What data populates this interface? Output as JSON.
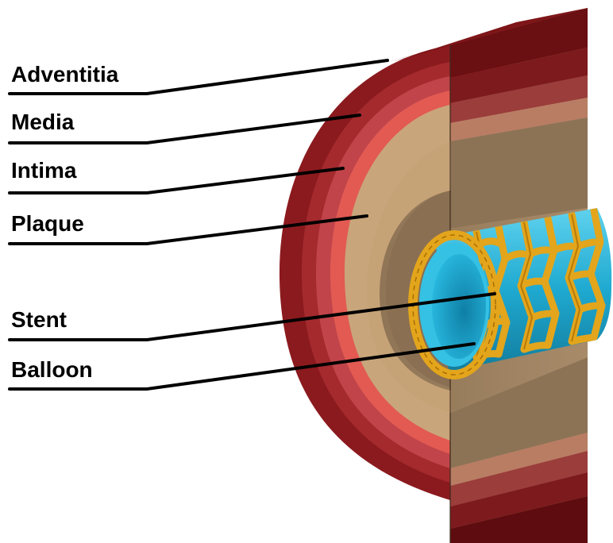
{
  "labels": {
    "adventitia": "Adventitia",
    "media": "Media",
    "intima": "Intima",
    "plaque": "Plaque",
    "stent": "Stent",
    "balloon": "Balloon"
  },
  "colors": {
    "adventitia": "#8e1c1f",
    "media": "#b8373a",
    "intima": "#e3564f",
    "plaque": "#c8a57c",
    "plaque_inner": "#9e8262",
    "stent": "#e3a51b",
    "balloon": "#2bb8db",
    "leader_line": "#000000"
  }
}
